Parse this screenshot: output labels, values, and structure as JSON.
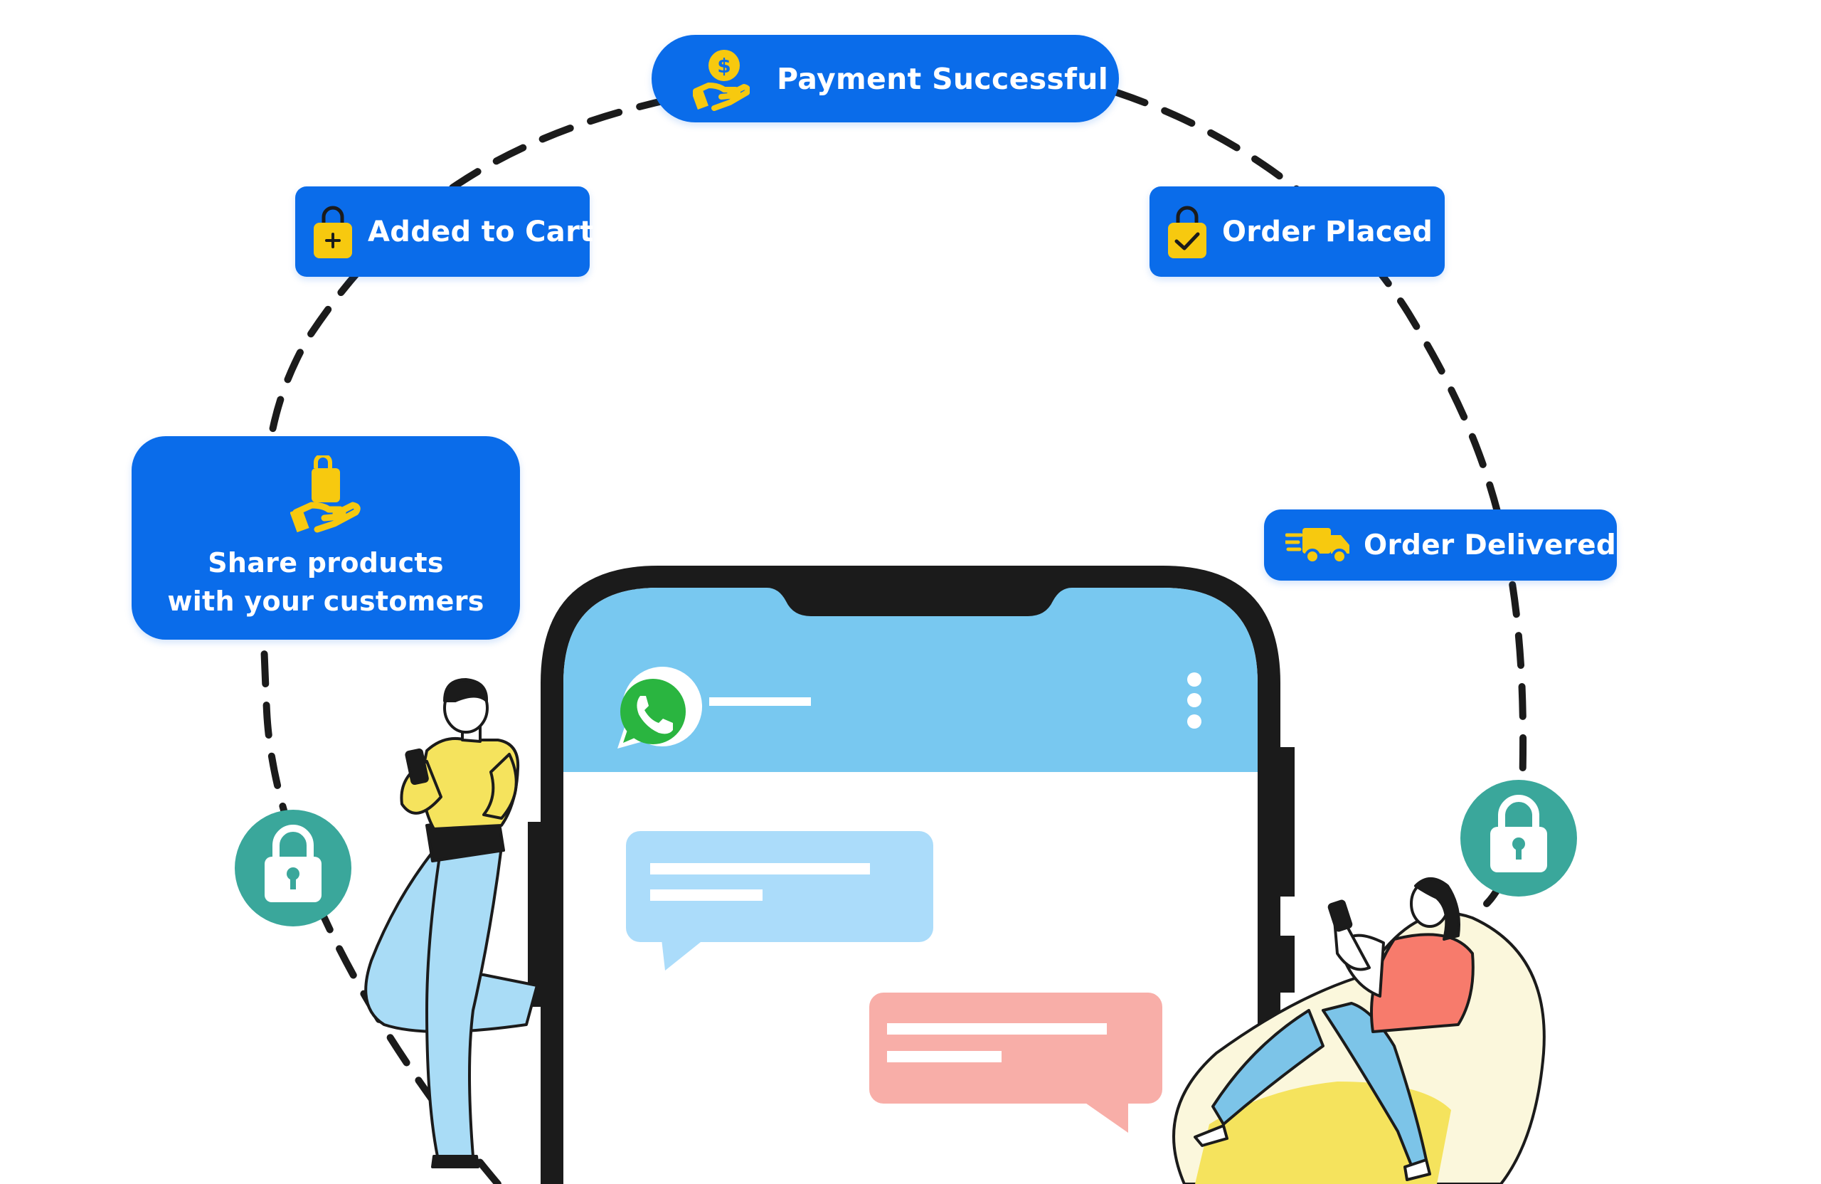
{
  "steps": {
    "share": {
      "line1": "Share products",
      "line2": "with your customers",
      "icon": "hand-shopping-bag-icon"
    },
    "cart": {
      "label": "Added to Cart",
      "icon": "shopping-bag-plus-icon"
    },
    "payment": {
      "label": "Payment Successful",
      "icon": "hand-coin-dollar-icon"
    },
    "placed": {
      "label": "Order Placed",
      "icon": "shopping-bag-check-icon"
    },
    "delivered": {
      "label": "Order Delivered",
      "icon": "fast-delivery-truck-icon"
    }
  },
  "colors": {
    "pill": "#0a6cea",
    "icon_yellow": "#f7c90f",
    "lock_teal": "#3aa79b",
    "phone_header": "#78c8f0",
    "bubble_incoming": "#abdcfa",
    "bubble_outgoing": "#f8aea8",
    "whatsapp_green": "#2ab540",
    "phone_frame": "#1b1b1b"
  },
  "icons": [
    "padlock-icon",
    "whatsapp-logo-icon",
    "more-vertical-icon"
  ]
}
